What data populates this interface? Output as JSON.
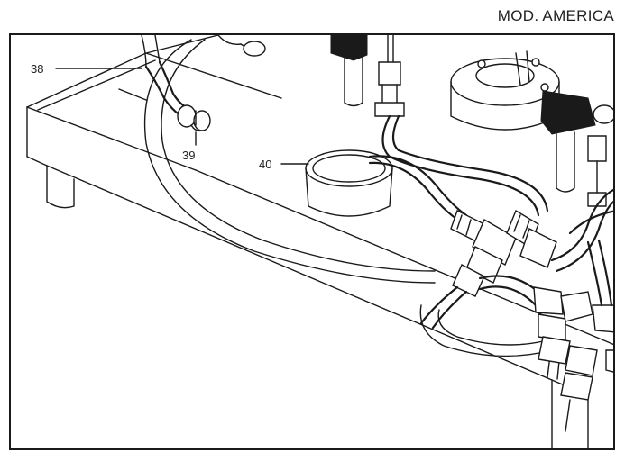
{
  "header": {
    "model_label": "MOD. AMERICA"
  },
  "callouts": [
    {
      "number": "38"
    },
    {
      "number": "39"
    },
    {
      "number": "40"
    }
  ]
}
